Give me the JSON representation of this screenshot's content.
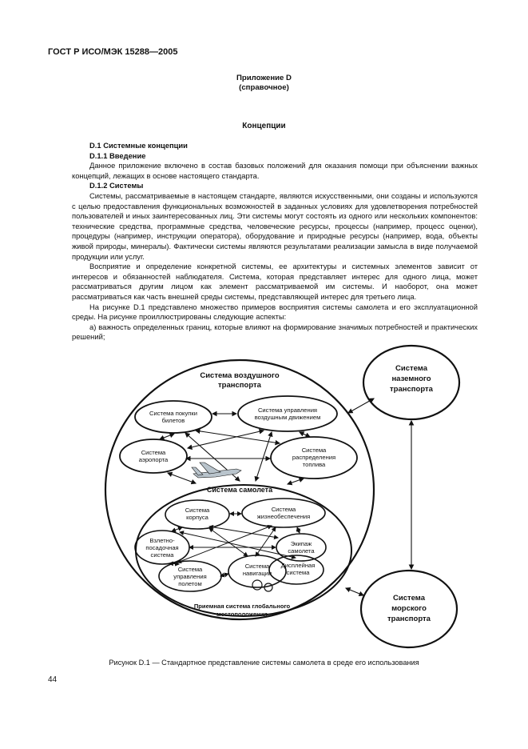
{
  "header": {
    "standard": "ГОСТ Р ИСО/МЭК 15288—2005"
  },
  "appendix": {
    "title": "Приложение D",
    "subtitle": "(справочное)"
  },
  "section_title": "Концепции",
  "body": {
    "h_d1": "D.1 Системные концепции",
    "h_d11": "D.1.1 Введение",
    "p1": "Данное приложение включено в состав базовых положений для оказания помощи при объяснении важных концепций, лежащих в основе настоящего стандарта.",
    "h_d12": "D.1.2 Системы",
    "p2": "Системы, рассматриваемые в настоящем стандарте, являются искусственными, они созданы и используются с целью предоставления функциональных возможностей в заданных условиях для удовлетворения потребностей пользователей и иных заинтересованных лиц. Эти системы могут состоять из одного или нескольких компонентов: технические средства, программные средства, человеческие ресурсы, процессы (например, процесс оценки), процедуры (например, инструкции оператора), оборудование и природные ресурсы (например, вода, объекты живой природы, минералы). Фактически системы являются результатами реализации замысла в виде получаемой продукции или услуг.",
    "p3": "Восприятие и определение конкретной системы, ее архитектуры и системных элементов зависит от интересов и обязанностей наблюдателя. Система, которая представляет интерес для одного лица, может рассматриваться другим лицом как элемент рассматриваемой им системы. И наоборот, она может рассматриваться как часть внешней среды системы, представляющей интерес для третьего лица.",
    "p4": "На рисунке D.1 представлено множество примеров восприятия системы самолета и его эксплуатационной среды. На рисунке проиллюстрированы следующие аспекты:",
    "p5": "а) важность определенных границ, которые влияют на формирование значимых потребностей и практических решений;"
  },
  "diagram": {
    "outer": [
      "Система воздушного",
      "транспорта"
    ],
    "ground": [
      "Система",
      "наземного",
      "транспорта"
    ],
    "sea": [
      "Система",
      "морского",
      "транспорта"
    ],
    "tickets": [
      "Система покупки",
      "билетов"
    ],
    "atc": [
      "Система управления",
      "воздушным движением"
    ],
    "airport": [
      "Система",
      "аэропорта"
    ],
    "fuel": [
      "Система",
      "распределения",
      "топлива"
    ],
    "aircraft": "Система самолета",
    "hull": [
      "Система",
      "корпуса"
    ],
    "life": [
      "Система",
      "жизнеобеспечения"
    ],
    "landing": [
      "Взлетно-",
      "посадочная",
      "система"
    ],
    "crew": [
      "Экипаж",
      "самолета"
    ],
    "pilot": [
      "Система",
      "управления",
      "полетом"
    ],
    "nav": [
      "Система",
      "навигации"
    ],
    "display": [
      "Дисплейная",
      "система"
    ],
    "gps": [
      "Приемная система глобального",
      "местоположения"
    ]
  },
  "caption": "Рисунок D.1 — Стандартное представление системы самолета в среде его использования",
  "page_number": "44"
}
